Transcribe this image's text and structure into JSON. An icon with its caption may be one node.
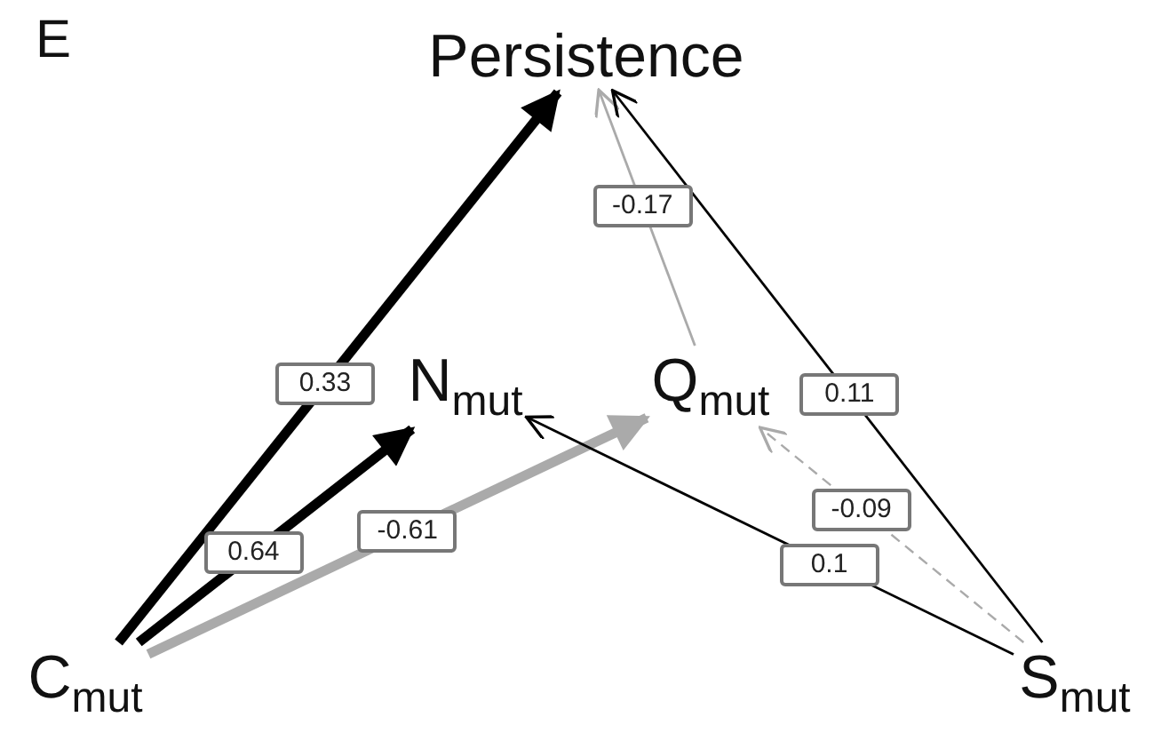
{
  "diagram": {
    "nodes": [
      {
        "text": [
          "Persistence"
        ]
      },
      {
        "text": [
          "N$_{mut}$"
        ]
      },
      {
        "text": [
          "Q$_{mut}$"
        ]
      },
      {
        "text": [
          "C$_{mut}$"
        ]
      },
      {
        "text": [
          "S$_{mut}$"
        ]
      }
    ],
    "edges": [
      {
        "from": 3,
        "to": 0,
        "arrow": "to",
        "label": "0.33",
        "style": "thick"
      },
      {
        "from": 3,
        "to": 1,
        "arrow": "to",
        "label": "0.64",
        "style": "thick"
      },
      {
        "from": 3,
        "to": 2,
        "arrow": "to",
        "label": "-0.61",
        "style": "thick",
        "color": "#aaaaaa"
      },
      {
        "from": 2,
        "to": 0,
        "arrow": "to",
        "label": "-0.17",
        "color": "#aaaaaa"
      },
      {
        "from": 4,
        "to": 0,
        "arrow": "to",
        "label": "0.11"
      },
      {
        "from": 4,
        "to": 2,
        "arrow": "to",
        "label": "-0.09",
        "style": "dashed",
        "color": "#aaaaaa"
      },
      {
        "from": 4,
        "to": 1,
        "arrow": "to",
        "label": "0.1"
      }
    ],
    "labels": [
      "E"
    ]
  }
}
